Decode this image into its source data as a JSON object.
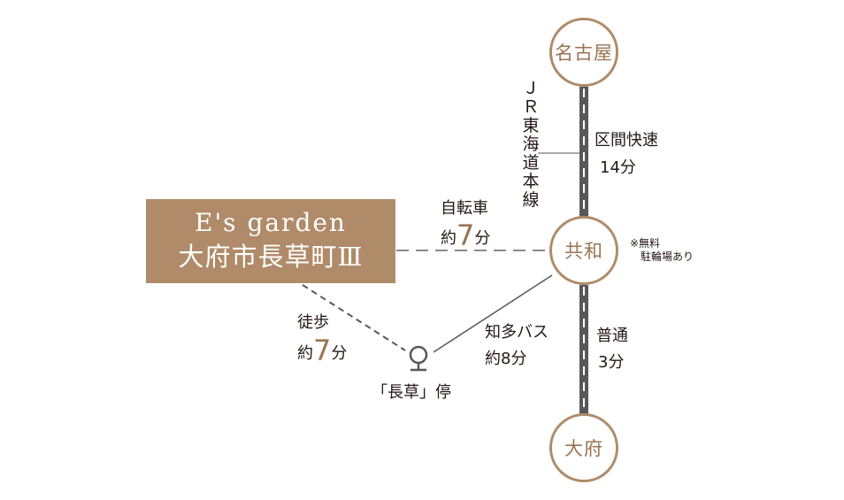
{
  "stations": {
    "nagoya": "名古屋",
    "kyowa": "共和",
    "obu": "大府"
  },
  "rail_line": [
    "Ｊ",
    "Ｒ",
    "東",
    "海",
    "道",
    "本",
    "線"
  ],
  "segments": {
    "upper_service": "区間快速",
    "upper_time": "14分",
    "lower_service": "普通",
    "lower_time": "3分"
  },
  "parking_note": {
    "line1": "※無料",
    "line2": "駐輪場あり"
  },
  "property": {
    "line1": "E's garden",
    "line2": "大府市長草町Ⅲ"
  },
  "bicycle": {
    "label": "自転車",
    "prefix": "約",
    "minutes": "7",
    "unit": "分"
  },
  "walk": {
    "label": "徒歩",
    "prefix": "約",
    "minutes": "7",
    "unit": "分"
  },
  "bus": {
    "label": "知多バス",
    "time": "約8分"
  },
  "bus_stop": "「長草」停",
  "colors": {
    "accent": "#b08b69",
    "accent_text": "#9a7452",
    "rail": "#595757",
    "line": "#8a8a8a"
  }
}
